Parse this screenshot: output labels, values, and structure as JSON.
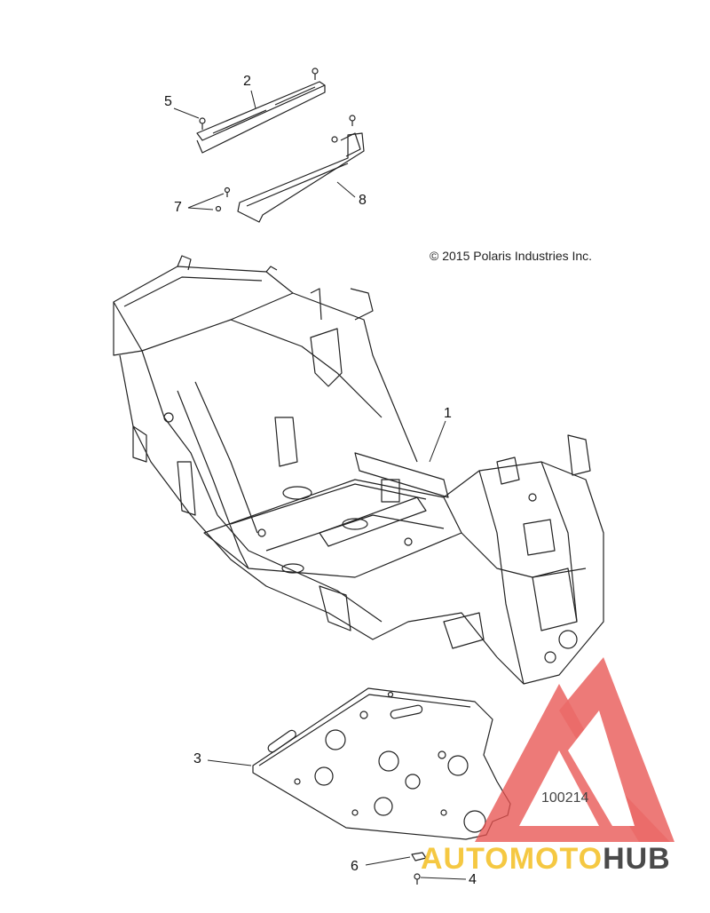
{
  "callouts": [
    {
      "id": "1",
      "label": "1"
    },
    {
      "id": "2",
      "label": "2"
    },
    {
      "id": "3",
      "label": "3"
    },
    {
      "id": "4",
      "label": "4"
    },
    {
      "id": "5",
      "label": "5"
    },
    {
      "id": "6",
      "label": "6"
    },
    {
      "id": "7",
      "label": "7"
    },
    {
      "id": "8",
      "label": "8"
    }
  ],
  "copyright": "© 2015 Polaris Industries Inc.",
  "diagram_id": "100214",
  "watermark": {
    "part_a": "AUTOMOTO",
    "part_b": "HUB",
    "colors": {
      "triangle": "#e8524f",
      "text_a": "#f5c842",
      "text_b": "#4a4a4a"
    }
  },
  "line_color": "#222222"
}
